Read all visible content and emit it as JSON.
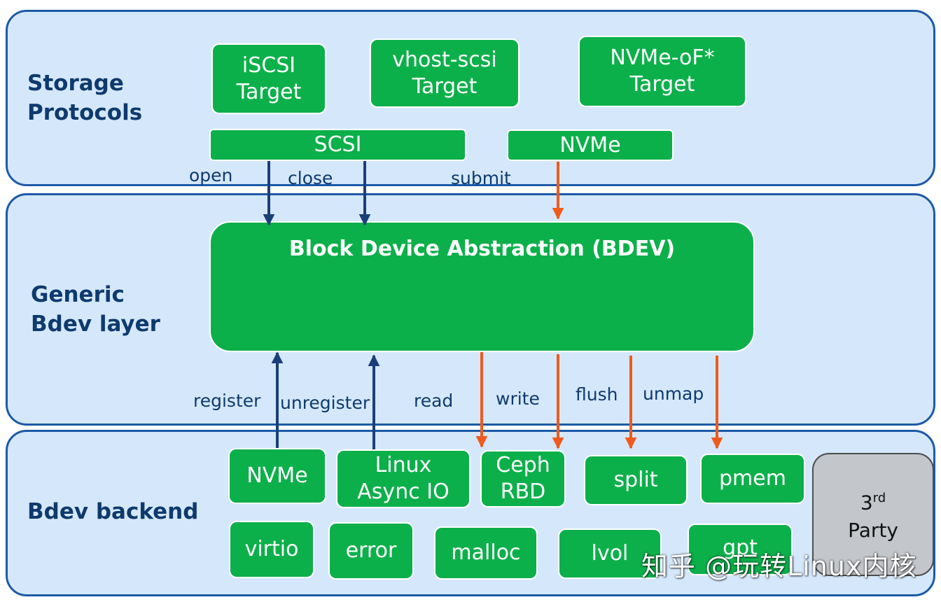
{
  "layers": {
    "storage": {
      "label": "Storage\nProtocols"
    },
    "generic": {
      "label": "Generic\nBdev layer"
    },
    "backend": {
      "label": "Bdev backend"
    }
  },
  "targets": {
    "iscsi": "iSCSI\nTarget",
    "vhost": "vhost-scsi\nTarget",
    "nvmeof": "NVMe-oF*\nTarget"
  },
  "protocols": {
    "scsi": "SCSI",
    "nvme": "NVMe"
  },
  "top_arrows": {
    "open": "open",
    "close": "close",
    "submit": "submit"
  },
  "bdev": {
    "title": "Block Device Abstraction (BDEV)"
  },
  "bottom_arrows": {
    "register": "register",
    "unregister": "unregister",
    "read": "read",
    "write": "write",
    "flush": "flush",
    "unmap": "unmap"
  },
  "backends": {
    "nvme": "NVMe",
    "linux_aio": "Linux\nAsync IO",
    "ceph_rbd": "Ceph\nRBD",
    "split": "split",
    "pmem": "pmem",
    "virtio": "virtio",
    "error": "error",
    "malloc": "malloc",
    "lvol": "lvol",
    "gpt": "gpt"
  },
  "third_party": {
    "sup": "rd",
    "number": "3",
    "party": "Party"
  },
  "watermark": "知乎 @玩转Linux内核",
  "colors": {
    "layer_fill": "#d5e8fb",
    "layer_border": "#1c5aa6",
    "box_green": "#0cb04a",
    "label_navy": "#0e3a6e",
    "arrow_navy": "#1a3f7a",
    "arrow_orange": "#f05a1e",
    "third_party_gray": "#c3c6cb"
  }
}
